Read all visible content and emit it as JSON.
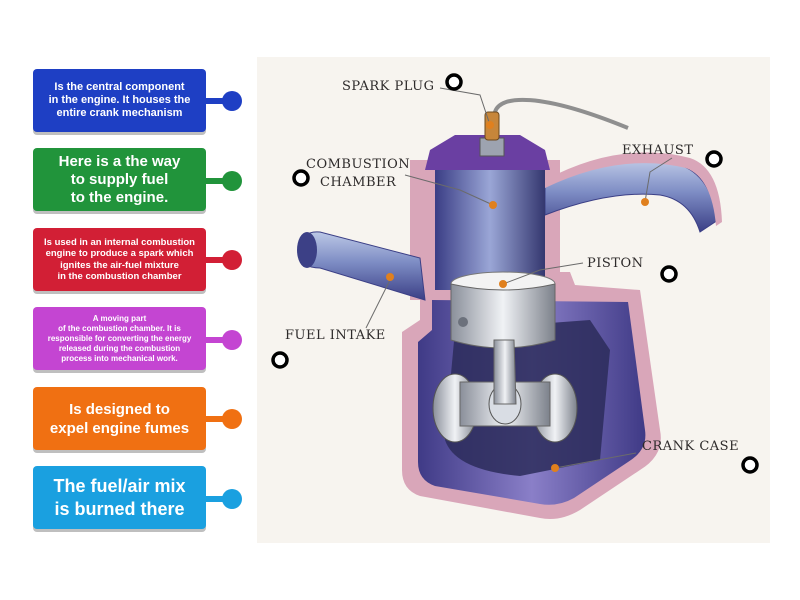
{
  "cards": [
    {
      "text": "Is the central component\nin the engine. It houses the\nentire crank mechanism",
      "color": "#1e3fc4"
    },
    {
      "text": "Here is a the way\nto supply fuel\nto the engine.",
      "color": "#21943b"
    },
    {
      "text": "Is used in an internal combustion\nengine to produce a spark which\nignites the air-fuel mixture\nin the combustion chamber",
      "color": "#d21f35"
    },
    {
      "text": "A moving part\nof the combustion chamber. It is\nresponsible for converting the energy\nreleased during the combustion\nprocess into mechanical work.",
      "color": "#c445d2"
    },
    {
      "text": "Is designed to\nexpel engine fumes",
      "color": "#f07012"
    },
    {
      "text": "The fuel/air mix\nis burned there",
      "color": "#1aa0e0"
    }
  ],
  "labels": {
    "spark_plug": "SPARK PLUG",
    "combustion_chamber_1": "COMBUSTION",
    "combustion_chamber_2": "CHAMBER",
    "exhaust": "EXHAUST",
    "piston": "PISTON",
    "fuel_intake": "FUEL INTAKE",
    "crank_case": "CRANK CASE"
  }
}
